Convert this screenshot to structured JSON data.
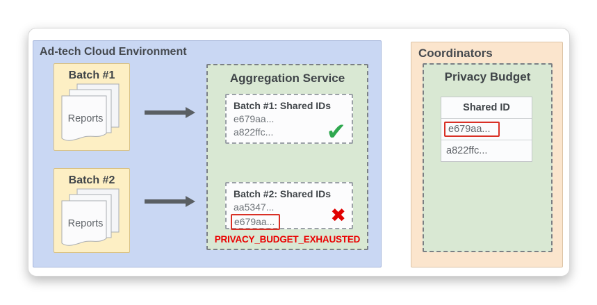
{
  "env": {
    "title": "Ad-tech Cloud Environment",
    "batches": [
      {
        "label": "Batch #1",
        "doc_label": "Reports"
      },
      {
        "label": "Batch #2",
        "doc_label": "Reports"
      }
    ]
  },
  "aggregation_service": {
    "title": "Aggregation Service",
    "results": [
      {
        "title": "Batch #1: Shared IDs",
        "ids": [
          "e679aa...",
          "a822ffc..."
        ],
        "status": "success"
      },
      {
        "title": "Batch #2: Shared IDs",
        "ids": [
          "aa5347...",
          "e679aa..."
        ],
        "status": "error",
        "highlighted_id": "e679aa..."
      }
    ],
    "error_label": "PRIVACY_BUDGET_EXHAUSTED"
  },
  "coordinators": {
    "title": "Coordinators",
    "privacy_budget": {
      "title": "Privacy Budget",
      "table": {
        "header": "Shared ID",
        "rows": [
          "e679aa...",
          "a822ffc..."
        ],
        "highlighted_row": "e679aa..."
      }
    }
  },
  "icons": {
    "check": "✔",
    "cross": "✖"
  },
  "colors": {
    "env_blue": "#c9d7f3",
    "batch_yellow": "#fdefc4",
    "service_green": "#d9e8d3",
    "coordinator_orange": "#fbe5cd",
    "success_green": "#2fa84f",
    "error_red": "#e00000",
    "highlight_red": "#d93025"
  }
}
